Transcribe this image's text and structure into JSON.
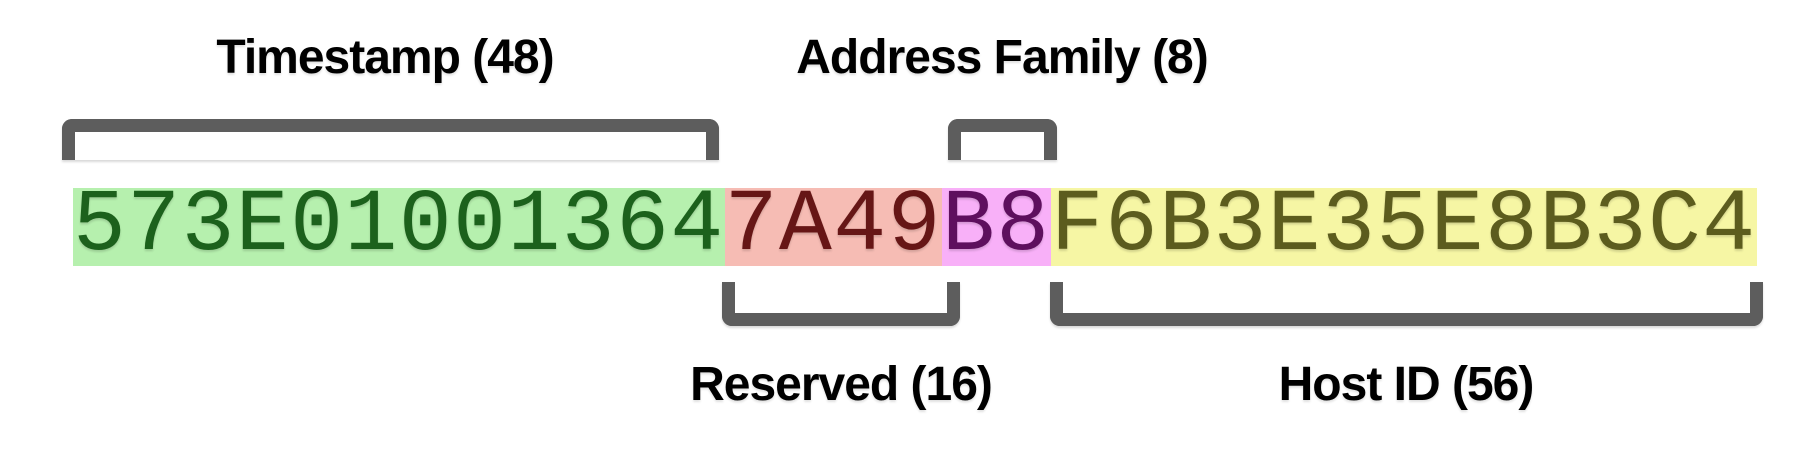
{
  "diagram": {
    "background_color": "#ffffff",
    "bracket_color": "#5d5d5d",
    "label_color": "#000000",
    "full_hex": "573E010013647A49B8F6B3E35E8B3C4",
    "segments": [
      {
        "field": "Timestamp",
        "bits": 48,
        "label": "Timestamp (48)",
        "hex": "573E01001364",
        "bg": "#b6f0ae",
        "fg": "#1c611c",
        "label_side": "top"
      },
      {
        "field": "Reserved",
        "bits": 16,
        "label": "Reserved (16)",
        "hex": "7A49",
        "bg": "#f6bcb4",
        "fg": "#661616",
        "label_side": "bottom"
      },
      {
        "field": "Address Family",
        "bits": 8,
        "label": "Address Family (8)",
        "hex": "B8",
        "bg": "#f8b0f8",
        "fg": "#5e0f5e",
        "label_side": "top"
      },
      {
        "field": "Host ID",
        "bits": 56,
        "label": "Host ID (56)",
        "hex": "F6B3E35E8B3C4",
        "bg": "#f6f6a4",
        "fg": "#5c5c1e",
        "label_side": "bottom"
      }
    ]
  }
}
